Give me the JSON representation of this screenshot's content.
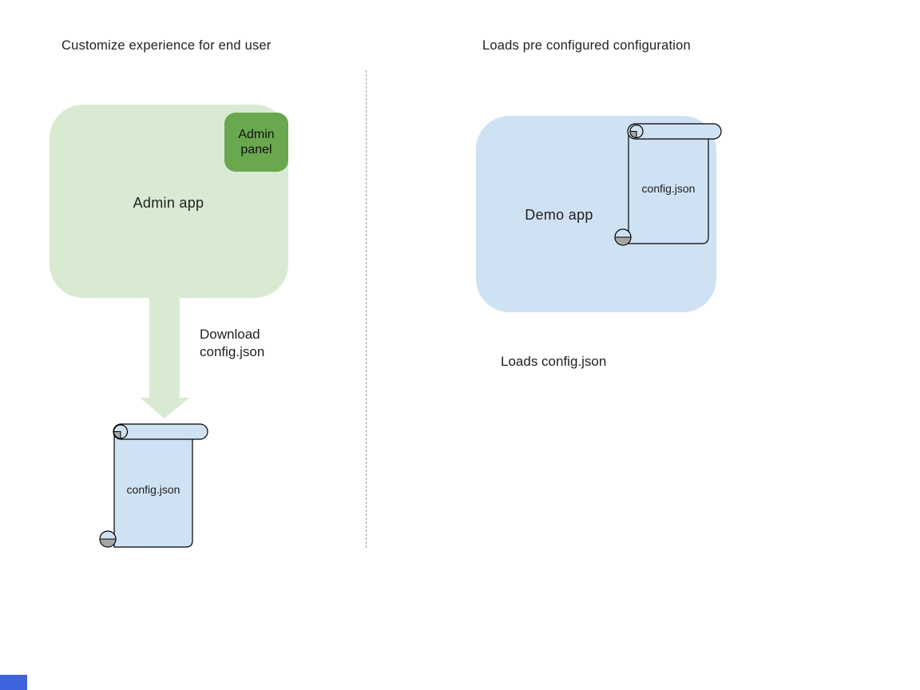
{
  "diagram": {
    "left": {
      "title": "Customize experience for end user",
      "app_label": "Admin app",
      "panel_label": "Admin panel",
      "arrow_label": "Download config.json",
      "file_label": "config.json"
    },
    "right": {
      "title": "Loads pre configured configuration",
      "app_label": "Demo app",
      "file_label": "config.json",
      "caption": "Loads config.json"
    },
    "colors": {
      "admin_app_fill": "#d9ead3",
      "admin_panel_fill": "#6aa84f",
      "arrow_fill": "#d9ead3",
      "demo_app_fill": "#cfe2f3",
      "scroll_fill": "#cfe2f3",
      "scroll_outline": "#000000",
      "scroll_curl_gray": "#a6a6a6",
      "divider_color": "#9b9b9b",
      "corner_rect_blue": "#3e63dd",
      "text_color": "#1f1f1f"
    }
  }
}
